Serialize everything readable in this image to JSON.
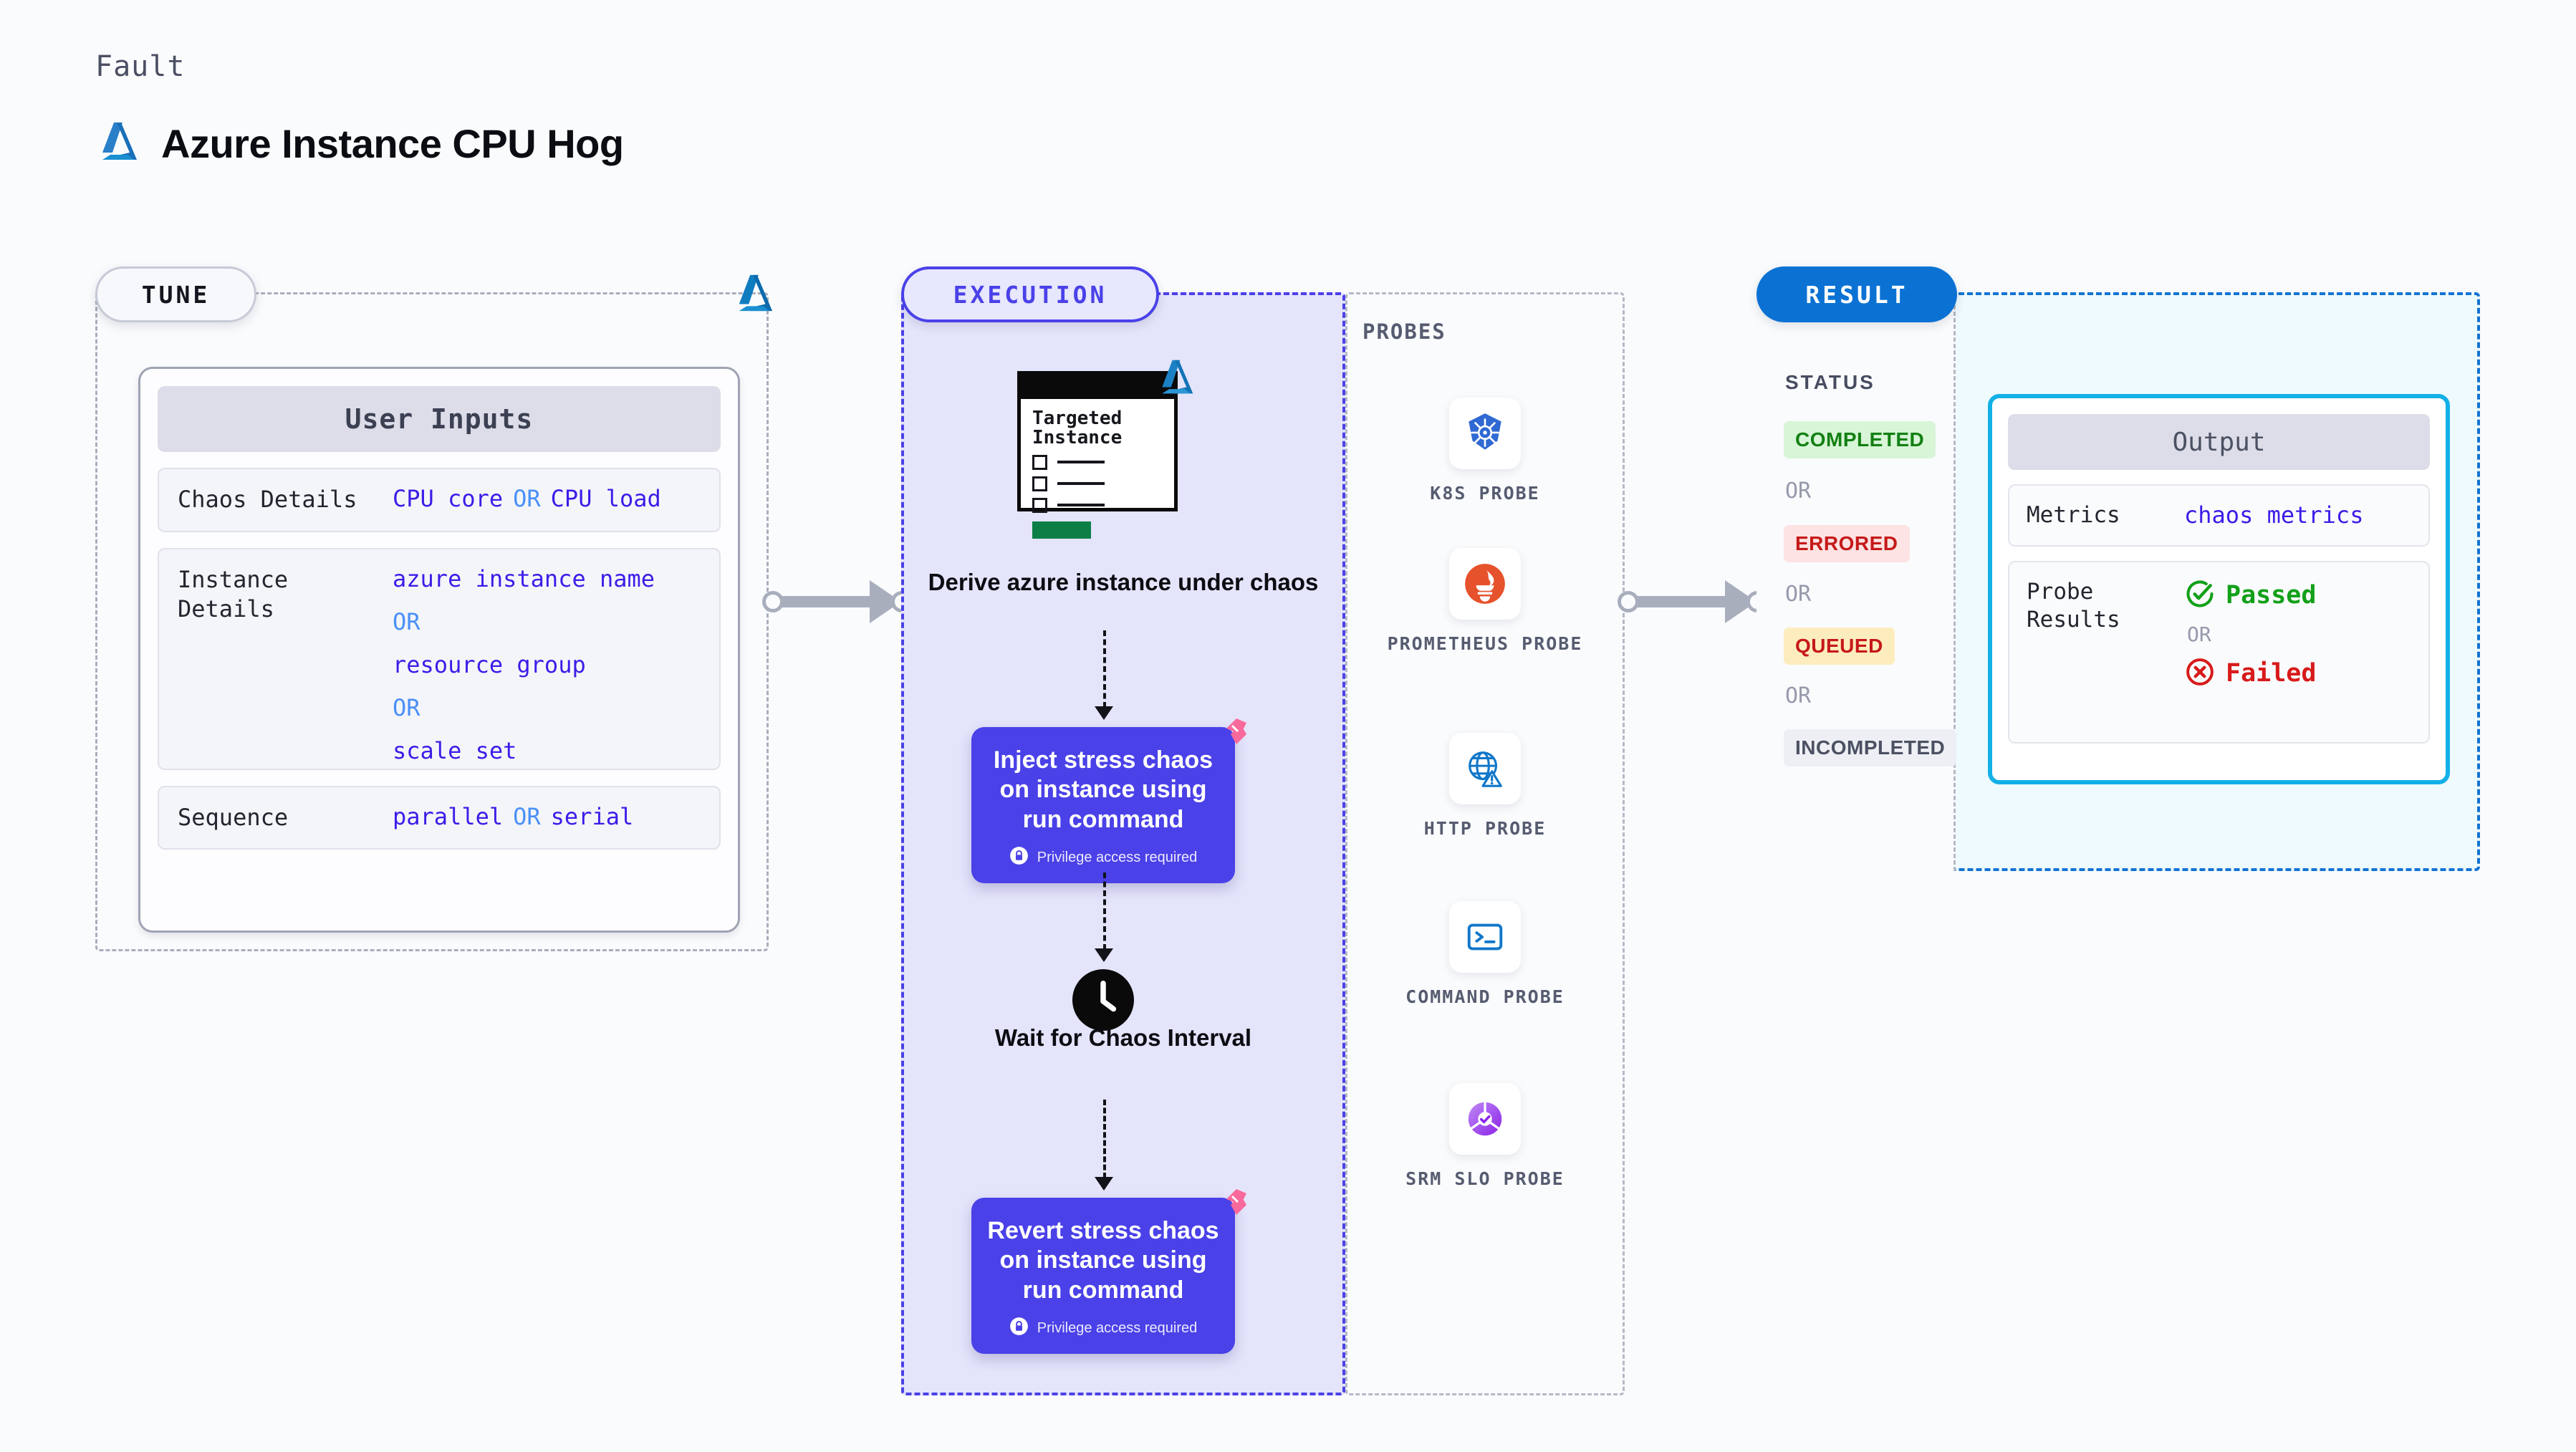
{
  "header": {
    "kicker": "Fault",
    "title": "Azure Instance CPU Hog",
    "logo_icon": "azure-logo"
  },
  "stages": {
    "tune": "TUNE",
    "execution": "EXECUTION",
    "result": "RESULT"
  },
  "tune": {
    "card_title": "User Inputs",
    "rows": [
      {
        "key": "Chaos Details",
        "values": [
          "CPU core",
          "CPU load"
        ],
        "separator": "OR",
        "inline": true
      },
      {
        "key": "Instance Details",
        "values": [
          "azure instance name",
          "resource group",
          "scale set"
        ],
        "separator": "OR",
        "inline": false
      },
      {
        "key": "Sequence",
        "values": [
          "parallel",
          "serial"
        ],
        "separator": "OR",
        "inline": true
      }
    ],
    "row0": {
      "key": "Chaos Details",
      "v0": "CPU core",
      "or": "OR",
      "v1": "CPU load"
    },
    "row1": {
      "key_line1": "Instance",
      "key_line2": "Details",
      "v0": "azure instance name",
      "or1": "OR",
      "v1": "resource group",
      "or2": "OR",
      "v2": "scale set"
    },
    "row2": {
      "key": "Sequence",
      "v0": "parallel",
      "or": "OR",
      "v1": "serial"
    }
  },
  "execution": {
    "target_card": {
      "title_line1": "Targeted",
      "title_line2": "Instance"
    },
    "derive_caption": "Derive azure instance under chaos",
    "inject": {
      "title": "Inject stress chaos on instance using run command",
      "privilege_note": "Privilege access required"
    },
    "wait_caption": "Wait for Chaos Interval",
    "revert": {
      "title": "Revert stress chaos on instance using run command",
      "privilege_note": "Privilege access required"
    }
  },
  "probes": {
    "title": "PROBES",
    "items": [
      {
        "label": "K8S PROBE",
        "icon": "kubernetes-icon"
      },
      {
        "label": "PROMETHEUS PROBE",
        "icon": "prometheus-icon"
      },
      {
        "label": "HTTP PROBE",
        "icon": "http-globe-icon"
      },
      {
        "label": "COMMAND PROBE",
        "icon": "terminal-icon"
      },
      {
        "label": "SRM SLO PROBE",
        "icon": "srm-slo-icon"
      }
    ]
  },
  "result": {
    "status_title": "STATUS",
    "or": "OR",
    "statuses": [
      {
        "label": "COMPLETED",
        "color": "#138013",
        "bg": "#d8f5d8"
      },
      {
        "label": "ERRORED",
        "color": "#c61919",
        "bg": "#fde3e3"
      },
      {
        "label": "QUEUED",
        "color": "#c61919",
        "bg": "#fdedbe"
      },
      {
        "label": "INCOMPLETED",
        "color": "#4b5162",
        "bg": "#edeff4"
      }
    ],
    "output": {
      "title": "Output",
      "metrics_key": "Metrics",
      "metrics_value": "chaos metrics",
      "probe_key_line1": "Probe",
      "probe_key_line2": "Results",
      "passed": "Passed",
      "failed": "Failed",
      "or": "OR"
    }
  },
  "colors": {
    "accent_purple": "#4a41e8",
    "accent_blue": "#1273d3",
    "azure_blue": "#0f7cc0",
    "value_blue": "#3c1ce8",
    "or_blue": "#4a90f7",
    "pass_green": "#12a019",
    "fail_red": "#d81a1a",
    "pink_mark": "#f9699c"
  }
}
